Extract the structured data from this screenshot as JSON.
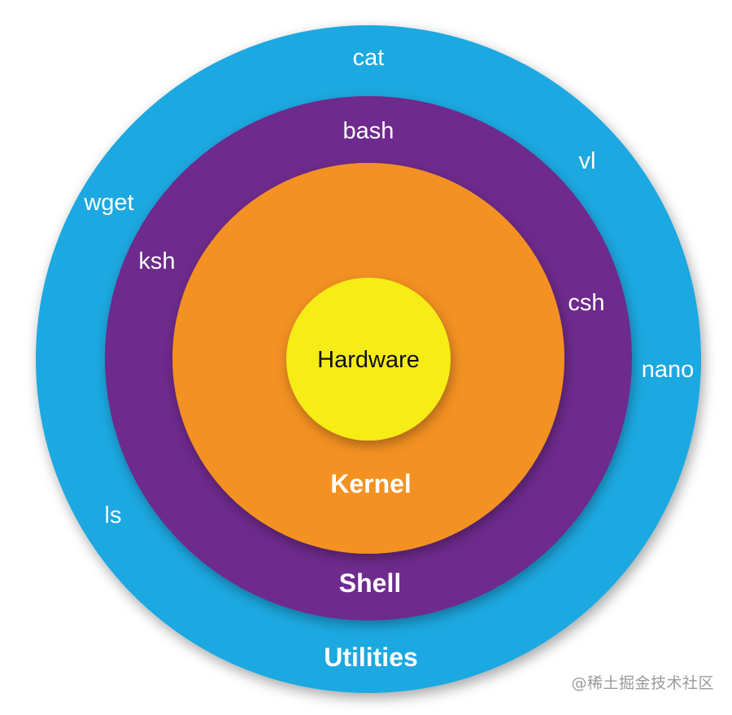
{
  "diagram": {
    "layers": {
      "utilities": {
        "label": "Utilities",
        "color": "#1ba8e0"
      },
      "shell": {
        "label": "Shell",
        "color": "#6e2c8c"
      },
      "kernel": {
        "label": "Kernel",
        "color": "#f39120"
      },
      "hardware": {
        "label": "Hardware",
        "color": "#f6ec17"
      }
    },
    "utilities_tools": {
      "cat": "cat",
      "vl": "vl",
      "wget": "wget",
      "nano": "nano",
      "ls": "ls"
    },
    "shells": {
      "bash": "bash",
      "ksh": "ksh",
      "csh": "csh"
    }
  },
  "watermark": "@稀土掘金技术社区"
}
